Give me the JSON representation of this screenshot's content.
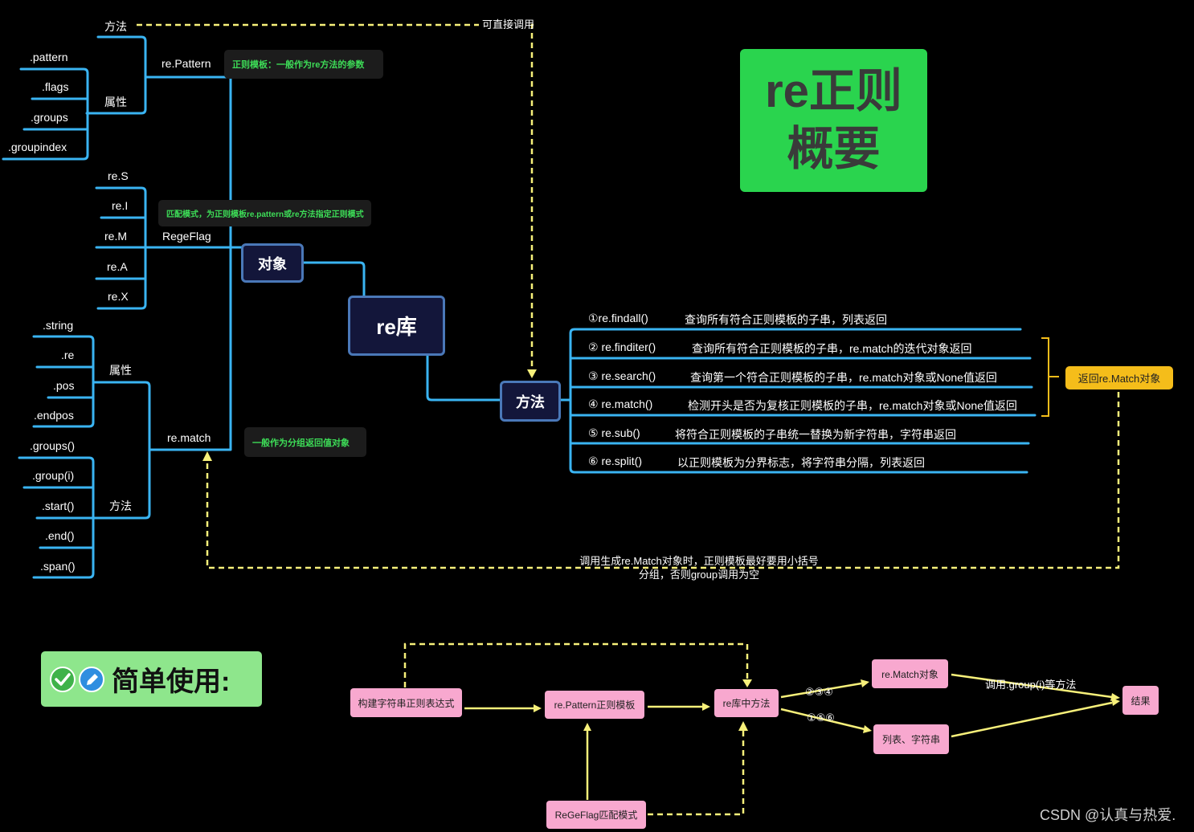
{
  "center": {
    "label": "re库"
  },
  "object_node": {
    "label": "对象"
  },
  "methods_node": {
    "label": "方法"
  },
  "title_card": {
    "line1": "re正则",
    "line2": "概要",
    "color": "#2ad44e"
  },
  "re_pattern": {
    "label": "re.Pattern",
    "methods_label": "方法",
    "attrs_label": "属性",
    "attrs": [
      ".pattern",
      ".flags",
      ".groups",
      ".groupindex"
    ],
    "note": "正则模板：一般作为re方法的参数"
  },
  "direct_call": "可直接调用",
  "regeflag": {
    "label": "RegeFlag",
    "flags": [
      "re.S",
      "re.I",
      "re.M",
      "re.A",
      "re.X"
    ],
    "note": "匹配模式，为正则模板re.pattern或re方法指定正则模式"
  },
  "re_match": {
    "label": "re.match",
    "attrs_label": "属性",
    "attrs": [
      ".string",
      ".re",
      ".pos",
      ".endpos"
    ],
    "methods_label": "方法",
    "methods": [
      ".groups()",
      ".group(i)",
      ".start()",
      ".end()",
      ".span()"
    ],
    "note": "一般作为分组返回值对象"
  },
  "methods": [
    {
      "name": "①re.findall()",
      "desc": "查询所有符合正则模板的子串，列表返回"
    },
    {
      "name": "② re.finditer()",
      "desc": "查询所有符合正则模板的子串，re.match的迭代对象返回"
    },
    {
      "name": "③ re.search()",
      "desc": "查询第一个符合正则模板的子串，re.match对象或None值返回"
    },
    {
      "name": "④ re.match()",
      "desc": "检测开头是否为复核正则模板的子串，re.match对象或None值返回"
    },
    {
      "name": "⑤ re.sub()",
      "desc": "将符合正则模板的子串统一替换为新字符串，字符串返回"
    },
    {
      "name": "⑥ re.split()",
      "desc": "以正则模板为分界标志，将字符串分隔，列表返回"
    }
  ],
  "return_match": "返回re.Match对象",
  "group_note": {
    "line1": "调用生成re.Match对象时，正则模板最好要用小括号",
    "line2": "分组，否则group调用为空"
  },
  "simple_use": {
    "title": "简单使用:",
    "build": "构建字符串正则表达式",
    "pattern": "re.Pattern正则模板",
    "lib_methods": "re库中方法",
    "regeflag": "ReGeFlag匹配模式",
    "match_obj": "re.Match对象",
    "list_str": "列表、字符串",
    "result": "结果",
    "edge_234": "②③④",
    "edge_156": "①⑤⑥",
    "edge_call": "调用.group(i)等方法"
  },
  "watermark": "CSDN @认真与热爱.",
  "colors": {
    "line_blue": "#3ab4f2",
    "dash_yellow": "#f7f07a",
    "return_orange": "#f5bd1a",
    "note_green": "#3ddc57"
  }
}
